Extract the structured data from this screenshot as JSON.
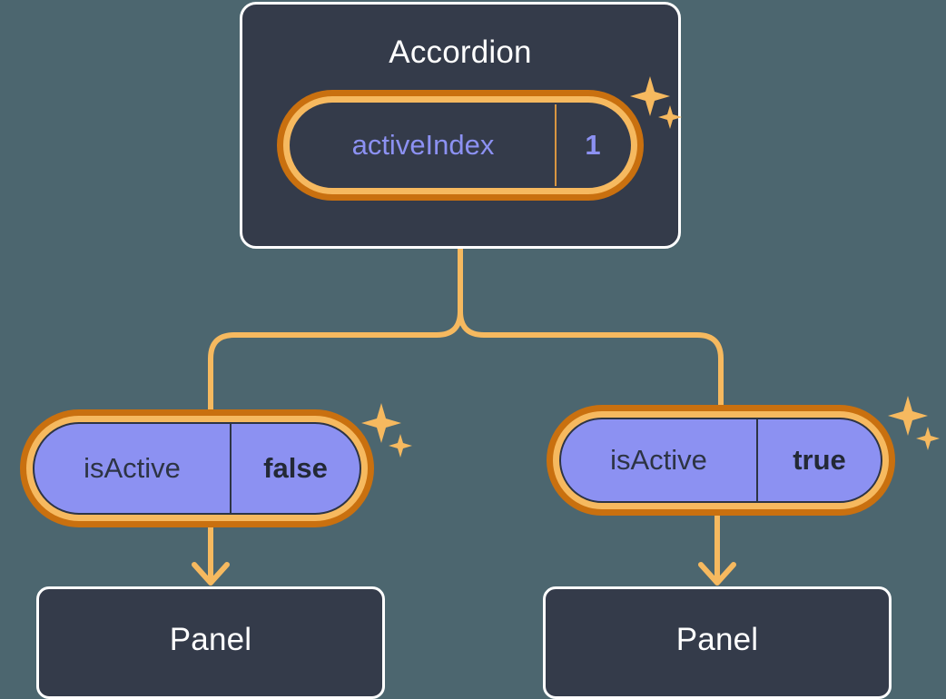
{
  "theme": {
    "background": "#4c666f",
    "box_fill": "#343b4a",
    "box_border": "#ffffff",
    "ring_outer": "#c9700f",
    "ring_inner": "#f6b95f",
    "pill_purple": "#8c91f2",
    "text_light": "#ffffff",
    "text_dark": "#2d3444",
    "accent_purple": "#8c91f2",
    "connector": "#f6b95f"
  },
  "diagram": {
    "type": "component-tree",
    "root": {
      "name": "accordion",
      "title": "Accordion",
      "prop": {
        "key": "activeIndex",
        "value": "1"
      },
      "sparkle": true
    },
    "children": [
      {
        "name": "panel-left",
        "prop": {
          "key": "isActive",
          "value": "false"
        },
        "sparkle": true,
        "title": "Panel"
      },
      {
        "name": "panel-right",
        "prop": {
          "key": "isActive",
          "value": "true"
        },
        "sparkle": true,
        "title": "Panel"
      }
    ]
  },
  "accordion": {
    "title": "Accordion",
    "prop_key": "activeIndex",
    "prop_value": "1"
  },
  "left_branch": {
    "prop_key": "isActive",
    "prop_value": "false",
    "panel_title": "Panel"
  },
  "right_branch": {
    "prop_key": "isActive",
    "prop_value": "true",
    "panel_title": "Panel"
  },
  "icons": {
    "sparkle": "sparkle-icon",
    "arrow_down": "arrow-down-icon"
  }
}
